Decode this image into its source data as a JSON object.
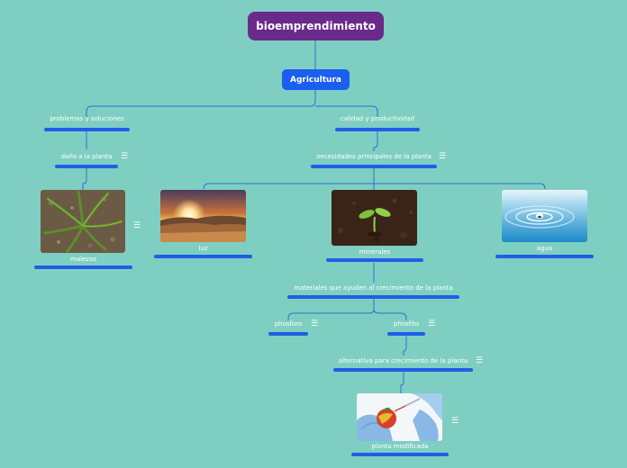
{
  "root": {
    "label": "bioemprendimiento"
  },
  "main": {
    "label": "Agricultura"
  },
  "topics": {
    "problemas": "problemas y soluciones",
    "calidad": "calidad y productividad",
    "dano": "daño a la planta",
    "necesidades": "necesidades principales de la planta",
    "malezas": "malezas",
    "luz": "luz",
    "minerales": "minerales",
    "agua": "agua",
    "materiales": "materiales que ayuden al crecimiento de la planta",
    "phosforo": "phosforo",
    "phosfito": "phosfito",
    "alternativa": "alternativa para crecimiento de la planta",
    "planta": "planta modificada"
  },
  "notes_icon": "☰",
  "colors": {
    "background": "#7ecfc1",
    "root": "#6a2a8a",
    "main": "#1a5ff0",
    "bar": "#1f5ee8",
    "line": "#2a6fd8"
  }
}
